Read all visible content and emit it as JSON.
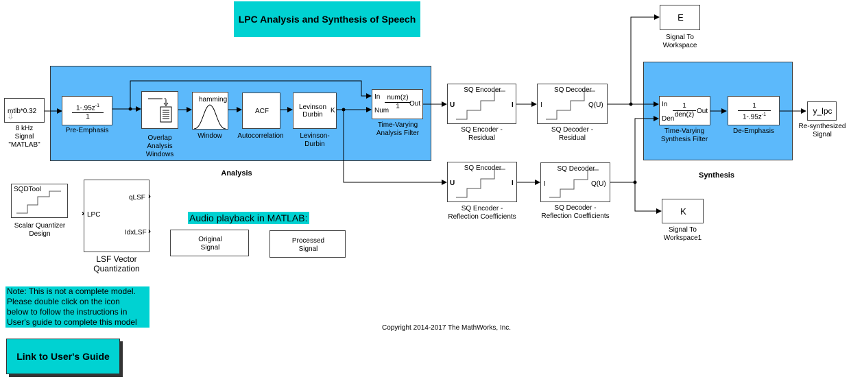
{
  "title": "LPC Analysis and Synthesis of Speech",
  "areas": {
    "analysis": "Analysis",
    "synthesis": "Synthesis"
  },
  "blocks": {
    "source": {
      "text": "mtlb*0.32",
      "label_lines": [
        "8 kHz",
        "Signal",
        "\"MATLAB\""
      ]
    },
    "pre_emphasis": {
      "num": "1-.95z",
      "num_sup": "-1",
      "den": "1",
      "label": "Pre-Emphasis"
    },
    "overlap": {
      "label_lines": [
        "Overlap",
        "Analysis",
        "Windows"
      ]
    },
    "window": {
      "text": "hamming",
      "label": "Window"
    },
    "acf": {
      "text": "ACF",
      "label": "Autocorrelation"
    },
    "levinson": {
      "text_lines": [
        "Levinson",
        "Durbin"
      ],
      "port": "K",
      "label_lines": [
        "Levinson-",
        "Durbin"
      ]
    },
    "analysis_filter": {
      "in_port": "In",
      "num_port": "Num",
      "out_port": "Out",
      "num": "num(z)",
      "den": "1",
      "label_lines": [
        "Time-Varying",
        "Analysis Filter"
      ]
    },
    "sq_enc_res": {
      "title": "SQ Encoder",
      "in_port": "U",
      "out_port": "I",
      "label_lines": [
        "SQ Encoder -",
        "Residual"
      ]
    },
    "sq_dec_res": {
      "title": "SQ Decoder",
      "in_port": "I",
      "out_port": "Q(U)",
      "label_lines": [
        "SQ Decoder -",
        "Residual"
      ]
    },
    "sq_enc_rc": {
      "title": "SQ Encoder",
      "in_port": "U",
      "out_port": "I",
      "label_lines": [
        "SQ Encoder -",
        "Reflection Coefficients"
      ]
    },
    "sq_dec_rc": {
      "title": "SQ Decoder",
      "in_port": "I",
      "out_port": "Q(U)",
      "label_lines": [
        "SQ Decoder -",
        "Reflection Coefficients"
      ]
    },
    "ws_e": {
      "text": "E",
      "label_lines": [
        "Signal To",
        "Workspace"
      ]
    },
    "ws_k": {
      "text": "K",
      "label_lines": [
        "Signal To",
        "Workspace1"
      ]
    },
    "synthesis_filter": {
      "in_port": "In",
      "den_port": "Den",
      "out_port": "Out",
      "num": "1",
      "den": "den(z)",
      "label_lines": [
        "Time-Varying",
        "Synthesis Filter"
      ]
    },
    "de_emphasis": {
      "num": "1",
      "den": "1-.95z",
      "den_sup": "-1",
      "label": "De-Emphasis"
    },
    "y_lpc": {
      "text": "y_lpc",
      "label_lines": [
        "Re-synthesized",
        "Signal"
      ]
    },
    "sqdtool": {
      "text": "SQDTool",
      "label_lines": [
        "Scalar Quantizer",
        "Design"
      ]
    },
    "lsf_vq": {
      "in_port": "LPC",
      "out_port1": "qLSF",
      "out_port2": "IdxLSF",
      "label_lines": [
        "LSF Vector",
        "Quantization"
      ]
    },
    "original_signal": {
      "text_lines": [
        "Original",
        "Signal"
      ]
    },
    "processed_signal": {
      "text_lines": [
        "Processed",
        "Signal"
      ]
    }
  },
  "audio_annotation": "Audio playback in MATLAB:",
  "note_lines": [
    "Note: This is not a complete model.",
    "Please double click on the icon",
    "below to follow the instructions in",
    "User's guide to complete this model"
  ],
  "link_button": "Link to User's Guide",
  "copyright": "Copyright 2014-2017 The MathWorks, Inc.",
  "colors": {
    "area_blue": "#5cb9fb",
    "annotation_cyan": "#00d2d2"
  }
}
